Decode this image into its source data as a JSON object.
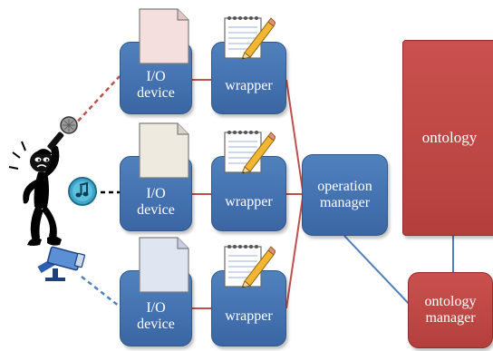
{
  "io_devices": [
    {
      "label_line1": "I/O",
      "label_line2": "device",
      "doc_color": "#f5dede"
    },
    {
      "label_line1": "I/O",
      "label_line2": "device",
      "doc_color": "#eeeadf"
    },
    {
      "label_line1": "I/O",
      "label_line2": "device",
      "doc_color": "#dfe5f1"
    }
  ],
  "wrappers": [
    {
      "label": "wrapper"
    },
    {
      "label": "wrapper"
    },
    {
      "label": "wrapper"
    }
  ],
  "operation_manager": {
    "line1": "operation",
    "line2": "manager"
  },
  "ontology": {
    "label": "ontology"
  },
  "ontology_manager": {
    "line1": "ontology",
    "line2": "manager"
  },
  "colors": {
    "box_blue": "#4a7ab8",
    "box_red": "#c04a47",
    "link_red": "#c0504d",
    "link_blue": "#4f81bd",
    "link_black": "#000000"
  },
  "icons": [
    "microphone-icon",
    "music-note-icon",
    "camera-icon",
    "notepad-pencil-icon",
    "person-silhouette-icon",
    "document-icon"
  ]
}
